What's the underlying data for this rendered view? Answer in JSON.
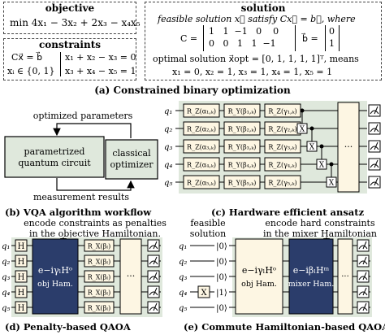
{
  "panel_a": {
    "objective_title": "objective",
    "objective_expr": "min 4x₁ − 3x₂ + 2x₃ − x₄x₅",
    "constraints_title": "constraints",
    "c_left1": "Cx⃗ = b⃗",
    "c_left2": "xᵢ ∈ {0, 1}",
    "c_right1": "x₁ + x₂ − x₃ = 0",
    "c_right2": "x₃ + x₄ − x₅ = 1",
    "solution_title": "solution",
    "feasible_line": "feasible solution x⃗ satisfy Cx⃗ = b⃗, where",
    "matrix_C_label": "C =",
    "matrix_C_row1": "1   1  −1   0    0",
    "matrix_C_row2": "0   0   1   1  −1",
    "vector_b_label": "b⃗ =",
    "vector_b_row1": "0",
    "vector_b_row2": "1",
    "optimal_line": "optimal solution x⃗opt = [0, 1, 1, 1, 1]ᵀ, means",
    "means_line": "x₁ = 0, x₂ = 1, x₃ = 1, x₄ = 1, x₅ = 1",
    "caption": "(a) Constrained binary optimization"
  },
  "panel_b": {
    "top_label": "optimized parameters",
    "circuit_box": "parametrized\nquantum circuit",
    "optimizer_box": "classical\noptimizer",
    "bottom_label": "measurement results",
    "caption": "(b) VQA algorithm workflow"
  },
  "panel_c": {
    "qubits": [
      "q₁",
      "q₂",
      "q₃",
      "q₄",
      "q₅"
    ],
    "rz_a": [
      "R_Z(α₁,ₖ)",
      "R_Z(α₂,ₖ)",
      "R_Z(α₃,ₖ)",
      "R_Z(α₄,ₖ)",
      "R_Z(α₅,ₖ)"
    ],
    "ry_b": [
      "R_Y(β₁,ₖ)",
      "R_Y(β₂,ₖ)",
      "R_Y(β₃,ₖ)",
      "R_Y(β₄,ₖ)",
      "R_Y(β₅,ₖ)"
    ],
    "rz_g": [
      "R_Z(γ₁,ₖ)",
      "R_Z(γ₂,ₖ)",
      "R_Z(γ₃,ₖ)",
      "R_Z(γ₄,ₖ)",
      "R_Z(γ₅,ₖ)"
    ],
    "x_label": "X",
    "dots": "···",
    "caption": "(c) Hardware efficient ansatz"
  },
  "panel_d": {
    "header": "encode constraints as penalties\nin the objective Hamiltonian.",
    "qubits": [
      "q₁",
      "q₂",
      "q₃",
      "q₄",
      "q₅"
    ],
    "h_label": "H",
    "obj_exp": "e−iγₗHᵒ",
    "obj_name": "obj Ham.",
    "rx": [
      "R_X(βₗ)",
      "R_X(βₗ)",
      "R_X(βₗ)",
      "R_X(βₗ)",
      "R_X(βₗ)"
    ],
    "dots": "···",
    "caption": "(d) Penalty-based QAOA"
  },
  "panel_e": {
    "header_left": "feasible\nsolution",
    "header_right": "encode hard constraints\nin the mixer Hamiltonian",
    "qubits": [
      "q₁",
      "q₂",
      "q₃",
      "q₄",
      "q₅"
    ],
    "kets": [
      "|0⟩",
      "|0⟩",
      "|0⟩",
      "|1⟩",
      "|0⟩"
    ],
    "x_label": "X",
    "obj_exp": "e−iγₗHᵒ",
    "obj_name": "obj Ham.",
    "mix_exp": "e−iβₗHᵐ",
    "mix_name": "mixer Ham.",
    "dots": "···",
    "caption": "(e) Commute Hamiltonian-based QAOA"
  },
  "colors": {
    "light_green": "#dfe8dc",
    "box_fill": "#fdf6e3",
    "navy": "#2b3d6b",
    "dash": "#444444"
  }
}
